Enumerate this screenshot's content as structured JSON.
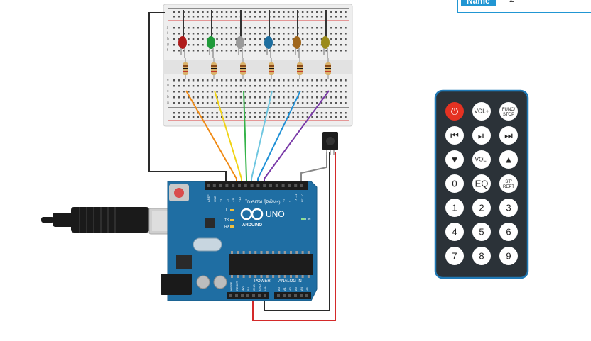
{
  "properties_panel": {
    "name_label": "Name",
    "name_value": "2"
  },
  "arduino": {
    "board_name": "UNO",
    "brand": "ARDUINO",
    "digital_header": "DIGITAL (PWM~)",
    "power_header": "POWER",
    "analog_header": "ANALOG IN",
    "on_label": "ON",
    "tx_label": "TX",
    "rx_label": "RX",
    "l_label": "L",
    "digital_pins": [
      "AREF",
      "GND",
      "13",
      "12",
      "~11",
      "~10",
      "~9",
      "8",
      "7",
      "~6",
      "~5",
      "4",
      "~3",
      "2",
      "TX→1",
      "RX←0"
    ],
    "power_pins": [
      "IOREF",
      "RESET",
      "3V3",
      "5V",
      "GND",
      "GND",
      "VIN"
    ],
    "analog_pins": [
      "A0",
      "A1",
      "A2",
      "A3",
      "A4",
      "A5"
    ]
  },
  "breadboard": {
    "row_letters_top": [
      "j",
      "i",
      "h",
      "g",
      "f"
    ],
    "row_letters_bottom": [
      "e",
      "d",
      "c",
      "b",
      "a"
    ],
    "leds": [
      {
        "color": "#b01c1c"
      },
      {
        "color": "#1f9a3a"
      },
      {
        "color": "#9a9a9a"
      },
      {
        "color": "#1e6fa0"
      },
      {
        "color": "#a0661c"
      },
      {
        "color": "#9a8a1a"
      }
    ]
  },
  "wires": [
    {
      "color": "#f08a14"
    },
    {
      "color": "#f0d314"
    },
    {
      "color": "#35b34a"
    },
    {
      "color": "#6ec6e0"
    },
    {
      "color": "#1e90d6"
    },
    {
      "color": "#7a3aa8"
    }
  ],
  "remote": {
    "buttons": [
      {
        "label": "⏻",
        "name": "power"
      },
      {
        "label": "VOL+",
        "name": "vol-up"
      },
      {
        "label": "FUNC/\nSTOP",
        "name": "func-stop"
      },
      {
        "label": "⏮",
        "name": "prev"
      },
      {
        "label": "⏯",
        "name": "play-pause"
      },
      {
        "label": "⏭",
        "name": "next"
      },
      {
        "label": "▼",
        "name": "down"
      },
      {
        "label": "VOL-",
        "name": "vol-down"
      },
      {
        "label": "▲",
        "name": "up"
      },
      {
        "label": "0",
        "name": "0"
      },
      {
        "label": "EQ",
        "name": "eq"
      },
      {
        "label": "ST/\nREPT",
        "name": "st-rept"
      },
      {
        "label": "1",
        "name": "1"
      },
      {
        "label": "2",
        "name": "2"
      },
      {
        "label": "3",
        "name": "3"
      },
      {
        "label": "4",
        "name": "4"
      },
      {
        "label": "5",
        "name": "5"
      },
      {
        "label": "6",
        "name": "6"
      },
      {
        "label": "7",
        "name": "7"
      },
      {
        "label": "8",
        "name": "8"
      },
      {
        "label": "9",
        "name": "9"
      }
    ]
  }
}
